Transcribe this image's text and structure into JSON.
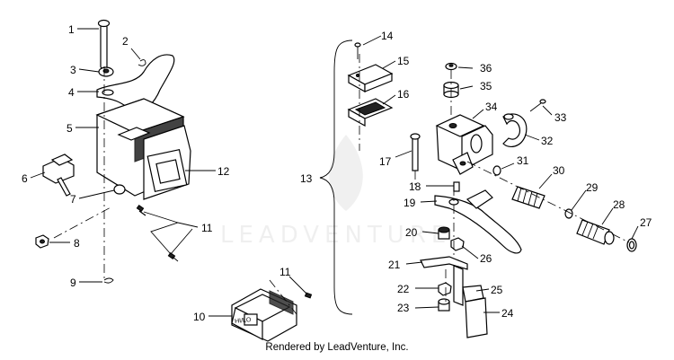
{
  "watermark": "LEADVENTURE",
  "footer": "Rendered by LeadVenture, Inc.",
  "switch_label": "HI/LO",
  "callouts": {
    "c1": "1",
    "c2": "2",
    "c3": "3",
    "c4": "4",
    "c5": "5",
    "c6": "6",
    "c7": "7",
    "c8": "8",
    "c9": "9",
    "c10": "10",
    "c11": "11",
    "c11b": "11",
    "c12": "12",
    "c13": "13",
    "c14": "14",
    "c15": "15",
    "c16": "16",
    "c17": "17",
    "c18": "18",
    "c19": "19",
    "c20": "20",
    "c21": "21",
    "c22": "22",
    "c23": "23",
    "c24": "24",
    "c25": "25",
    "c26": "26",
    "c27": "27",
    "c28": "28",
    "c29": "29",
    "c30": "30",
    "c31": "31",
    "c32": "32",
    "c33": "33",
    "c34": "34",
    "c35": "35",
    "c36": "36"
  }
}
